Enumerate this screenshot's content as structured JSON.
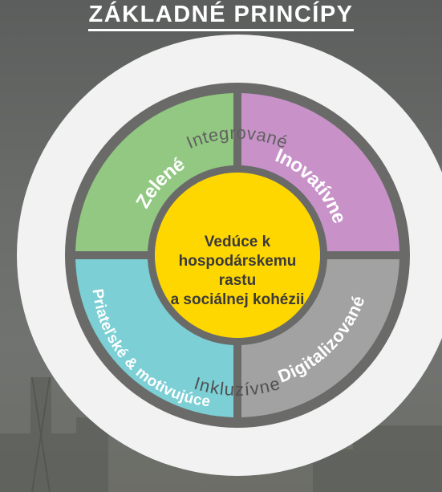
{
  "title": "ZÁKLADNÉ PRINCÍPY",
  "outer_ring": {
    "top": "Integrované",
    "bottom": "Inkluzívne"
  },
  "quadrants": [
    {
      "label": "Zelené",
      "color": "#92c882"
    },
    {
      "label": "Inovatívne",
      "color": "#c892c9"
    },
    {
      "label": "Digitalizované",
      "color": "#a2a2a2"
    },
    {
      "label": "Priateľské & motivujúce",
      "color": "#7ccfd5"
    }
  ],
  "center": {
    "lines": [
      "Vedúce k",
      "hospodárskemu",
      "rastu",
      "a sociálnej kohézii"
    ],
    "color": "#ffd700"
  }
}
